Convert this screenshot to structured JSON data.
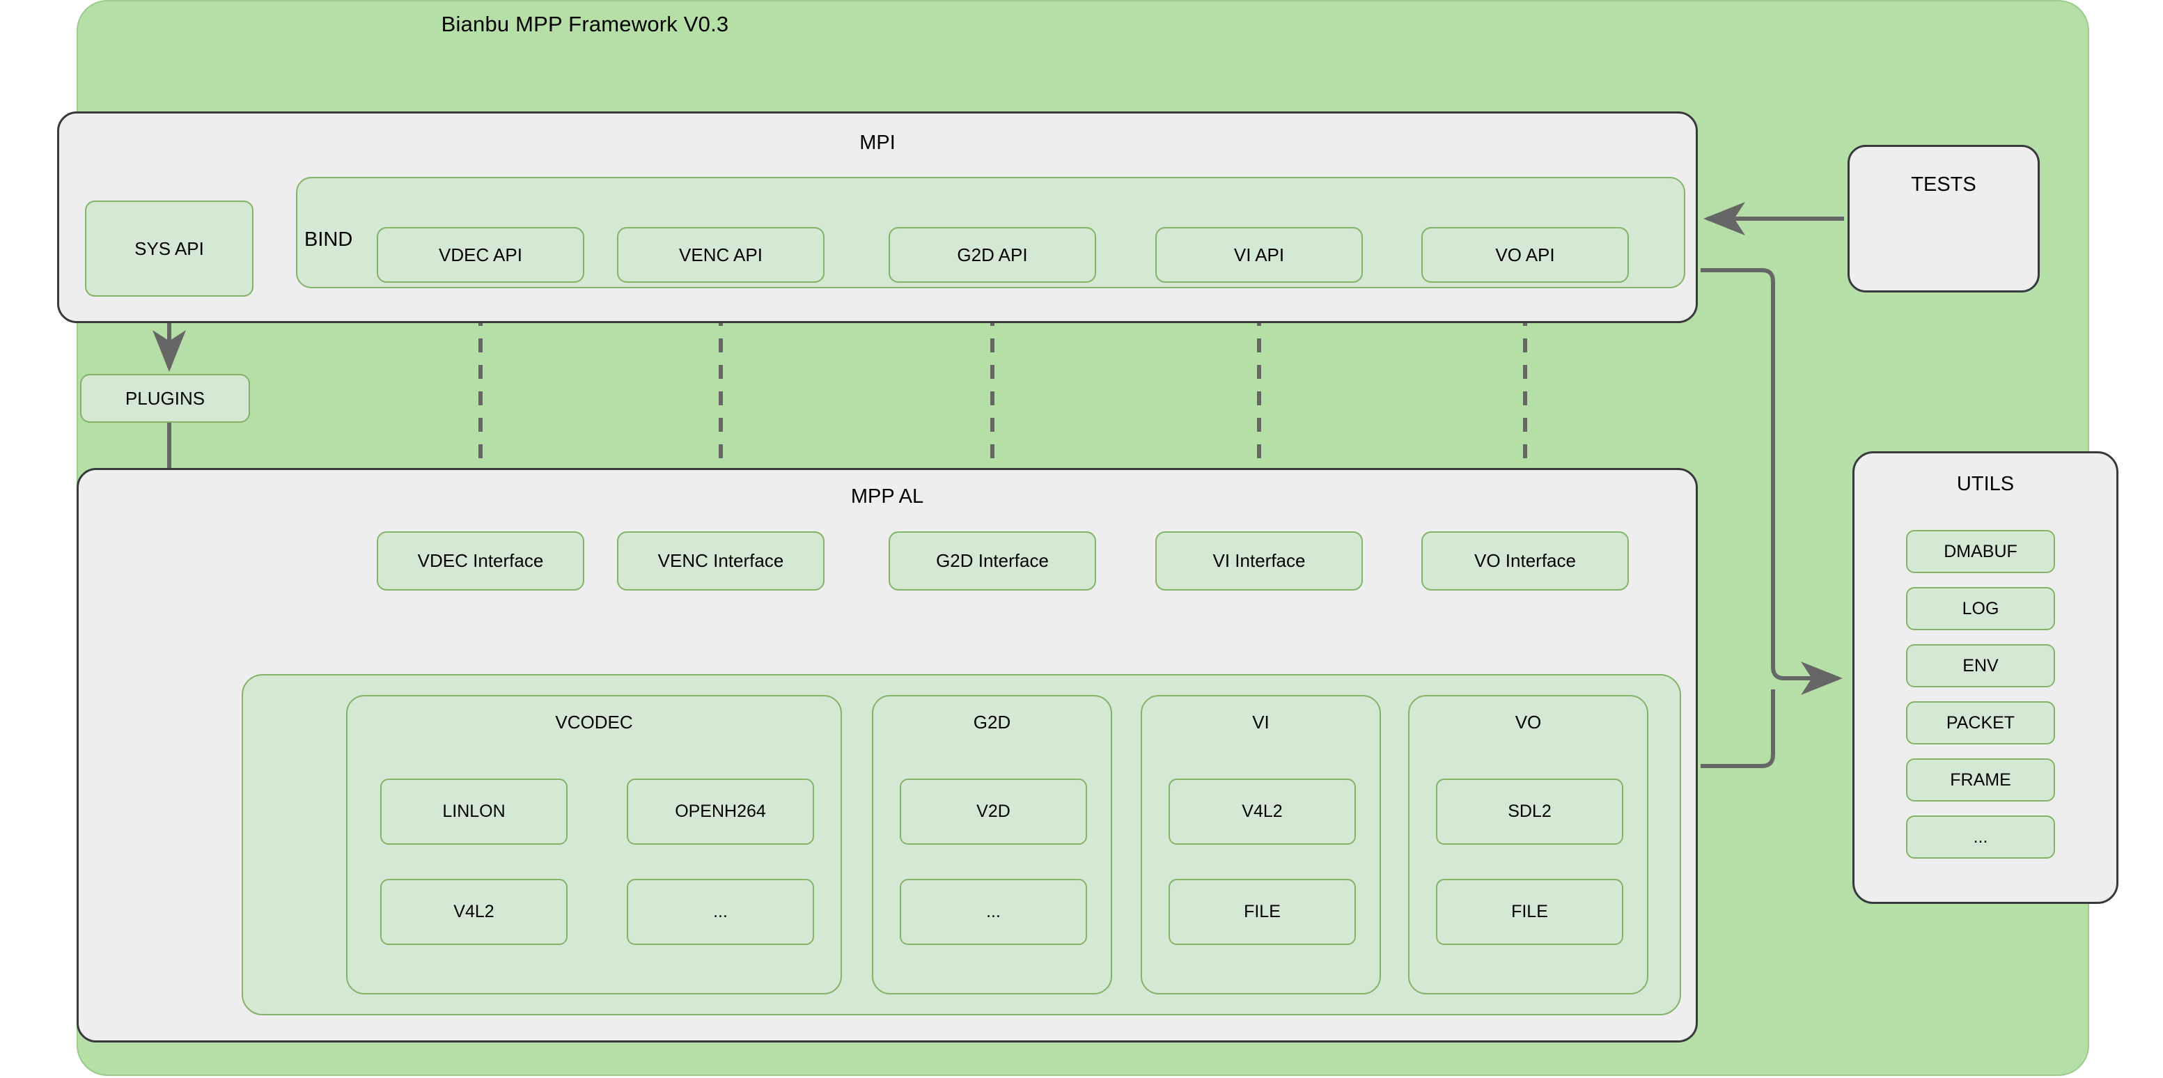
{
  "diagram": {
    "title": "Bianbu MPP Framework V0.3",
    "colors": {
      "outer_green": "#b5dfa6",
      "panel_gray": "#eeeeee",
      "box_green_fill": "#d5e8d4",
      "box_green_stroke": "#82b366",
      "edge_gray": "#666666",
      "panel_stroke": "#36393d"
    }
  },
  "mpi": {
    "title": "MPI",
    "sys_api": "SYS API",
    "bind_label": "BIND",
    "apis": [
      {
        "label": "VDEC API"
      },
      {
        "label": "VENC API"
      },
      {
        "label": "G2D API"
      },
      {
        "label": "VI API"
      },
      {
        "label": "VO API"
      }
    ]
  },
  "plugins": {
    "label": "PLUGINS"
  },
  "tests": {
    "label": "TESTS"
  },
  "mpp_al": {
    "title": "MPP AL",
    "interfaces": [
      {
        "label": "VDEC Interface"
      },
      {
        "label": "VENC Interface"
      },
      {
        "label": "G2D Interface"
      },
      {
        "label": "VI Interface"
      },
      {
        "label": "VO Interface"
      }
    ],
    "modules": [
      {
        "title": "VCODEC",
        "items": [
          "LINLON",
          "OPENH264",
          "V4L2",
          "..."
        ]
      },
      {
        "title": "G2D",
        "items": [
          "V2D",
          "..."
        ]
      },
      {
        "title": "VI",
        "items": [
          "V4L2",
          "FILE"
        ]
      },
      {
        "title": "VO",
        "items": [
          "SDL2",
          "FILE"
        ]
      }
    ]
  },
  "utils": {
    "title": "UTILS",
    "items": [
      "DMABUF",
      "LOG",
      "ENV",
      "PACKET",
      "FRAME",
      "..."
    ]
  }
}
